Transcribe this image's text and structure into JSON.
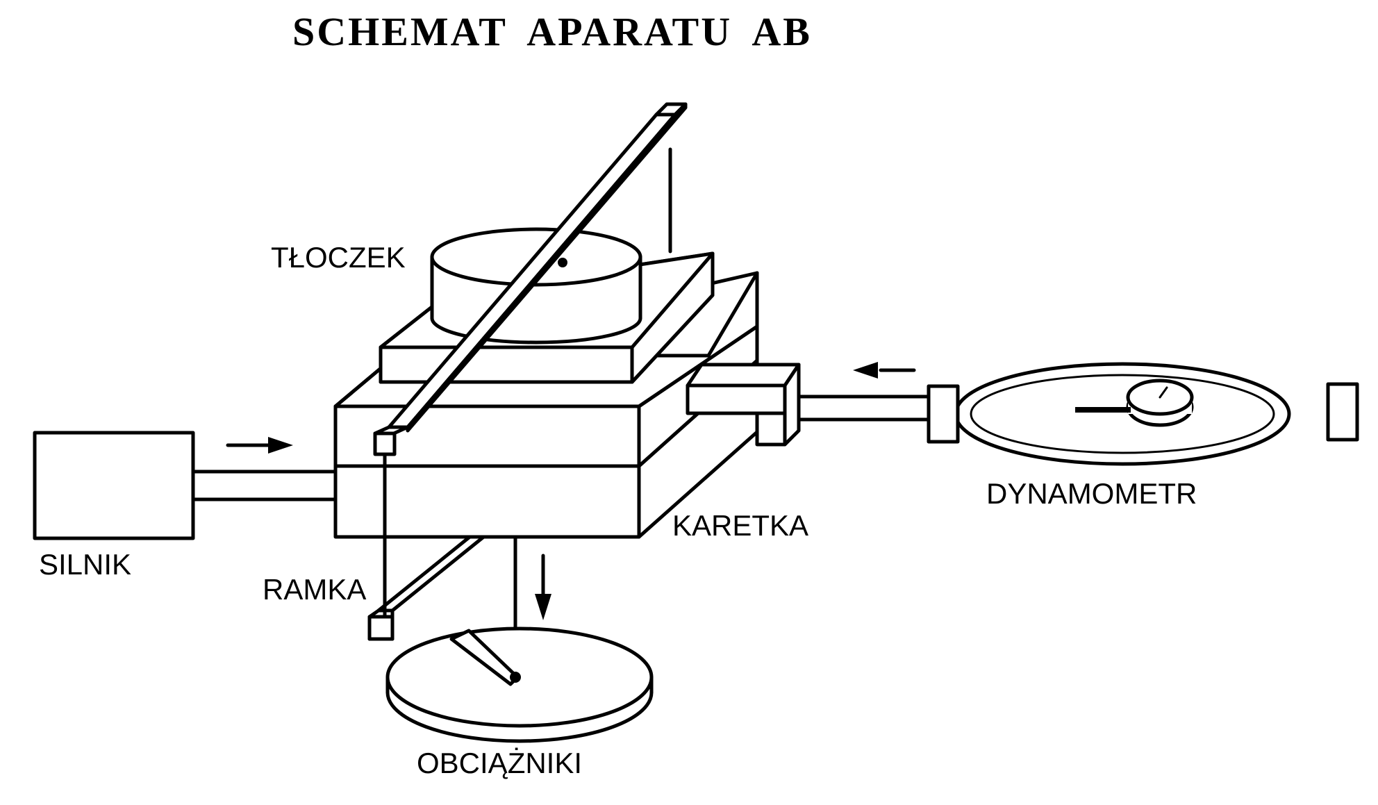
{
  "title": "SCHEMAT  APARATU  AB",
  "labels": {
    "tloczek": "TŁOCZEK",
    "silnik": "SILNIK",
    "ramka": "RAMKA",
    "karetka": "KARETKA",
    "dynamometr": "DYNAMOMETR",
    "obciazniki": "OBCIĄŻNIKI"
  },
  "colors": {
    "ink": "#000000",
    "paper": "#ffffff"
  }
}
